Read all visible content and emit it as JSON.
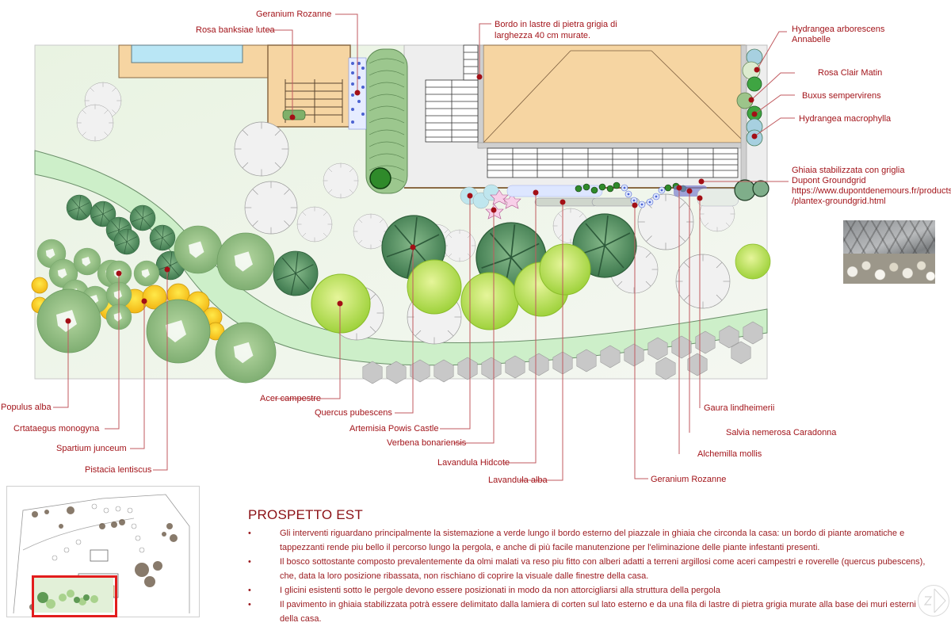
{
  "drawing": {
    "title": "PROSPETTO EST",
    "accent_color": "#a3151b",
    "label_color": "#a3151b"
  },
  "labels": {
    "geranium_top": "Geranium Rozanne",
    "rosa_banksiae": "Rosa banksiae lutea",
    "bordo_line1": "Bordo in lastre di pietra grigia di",
    "bordo_line2": "larghezza 40 cm murate.",
    "hydrangea_arb_line1": "Hydrangea arborescens",
    "hydrangea_arb_line2": "Annabelle",
    "rosa_clair": "Rosa Clair Matin",
    "buxus": "Buxus sempervirens",
    "hydrangea_macro": "Hydrangea macrophylla",
    "ghiaia_line1": "Ghiaia stabilizzata con griglia",
    "ghiaia_line2": "Dupont Groundgrid",
    "ghiaia_line3": "https://www.dupontdenemours.fr/products",
    "ghiaia_line4": "/plantex-groundgrid.html",
    "populus": "Populus alba",
    "crataegus": "Crtataegus monogyna",
    "spartium": "Spartium junceum",
    "pistacia": "Pistacia lentiscus",
    "acer": "Acer campestre",
    "quercus": "Quercus pubescens",
    "artemisia": "Artemisia Powis Castle",
    "verbena": "Verbena bonariensis",
    "lavandula_hidcote": "Lavandula Hidcote",
    "lavandula_alba": "Lavandula alba",
    "gaura": "Gaura lindheimerii",
    "salvia": "Salvia nemerosa Caradonna",
    "alchemilla": "Alchemilla mollis",
    "geranium_bottom": "Geranium Rozanne"
  },
  "notes": [
    "Gli interventi riguardano principalmente la sistemazione a verde lungo il bordo esterno del piazzale in ghiaia che circonda la casa: un bordo di piante aromatiche e tappezzanti rende piu bello il percorso lungo la pergola, e anche di più facile manutenzione per l'eliminazione delle piante infestanti presenti.",
    "Il bosco sottostante composto prevalentemente da olmi malati va reso piu fitto con alberi adatti a terreni argillosi come aceri campestri e roverelle (quercus pubescens), che, data la loro posizione ribassata, non rischiano di coprire la visuale dalle finestre della casa.",
    "I glicini esistenti sotto le pergole devono essere posizionati in modo da non attorcigliarsi alla struttura della pergola",
    "Il pavimento in ghiaia stabilizzata potrà essere delimitato dalla lamiera di corten sul lato esterno e da una fila di lastre di pietra grigia murate alla base dei muri esterni della casa."
  ],
  "icons": {
    "photo": "groundgrid-photo",
    "north": "north-arrow-icon",
    "minimap": "site-keyplan"
  }
}
